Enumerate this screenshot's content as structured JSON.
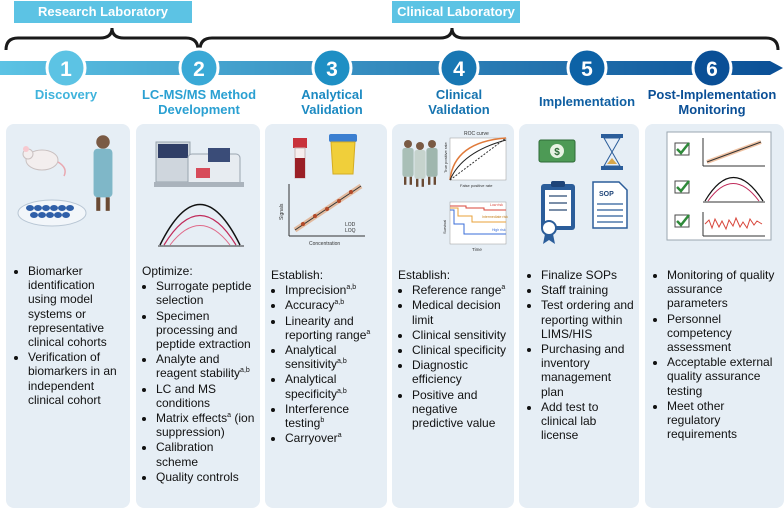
{
  "phases": [
    {
      "label": "Research Laboratory"
    },
    {
      "label": "Clinical Laboratory"
    }
  ],
  "steps": [
    {
      "number": "1",
      "title": "Discovery",
      "color": "#5cc3e4",
      "lead": "",
      "items": [
        {
          "text": "Biomarker identification using model systems or representative clinical cohorts",
          "sup": ""
        },
        {
          "text": "Verification of biomarkers in an independent clinical cohort",
          "sup": ""
        }
      ]
    },
    {
      "number": "2",
      "title": "LC-MS/MS Method Development",
      "color": "#3aa9d6",
      "lead": "Optimize:",
      "items": [
        {
          "text": "Surrogate peptide selection",
          "sup": ""
        },
        {
          "text": "Specimen processing and peptide extraction",
          "sup": ""
        },
        {
          "text": "Analyte and reagent stability",
          "sup": "a,b"
        },
        {
          "text": "LC and MS conditions",
          "sup": ""
        },
        {
          "text": "Matrix effects",
          "sup": "a",
          "after": " (ion suppression)"
        },
        {
          "text": "Calibration scheme",
          "sup": ""
        },
        {
          "text": "Quality controls",
          "sup": ""
        }
      ]
    },
    {
      "number": "3",
      "title": "Analytical Validation",
      "color": "#1e8fc4",
      "lead": "Establish:",
      "items": [
        {
          "text": "Imprecision",
          "sup": "a,b"
        },
        {
          "text": "Accuracy",
          "sup": "a,b"
        },
        {
          "text": "Linearity and reporting range",
          "sup": "a"
        },
        {
          "text": "Analytical sensitivity",
          "sup": "a,b"
        },
        {
          "text": "Analytical specificity",
          "sup": "a,b"
        },
        {
          "text": "Interference testing",
          "sup": "b"
        },
        {
          "text": "Carryover",
          "sup": "a"
        }
      ]
    },
    {
      "number": "4",
      "title": "Clinical Validation",
      "color": "#1877b3",
      "lead": "Establish:",
      "items": [
        {
          "text": "Reference range",
          "sup": "a"
        },
        {
          "text": "Medical decision limit",
          "sup": ""
        },
        {
          "text": "Clinical sensitivity",
          "sup": ""
        },
        {
          "text": "Clinical specificity",
          "sup": ""
        },
        {
          "text": "Diagnostic efficiency",
          "sup": ""
        },
        {
          "text": "Positive and negative predictive value",
          "sup": ""
        }
      ]
    },
    {
      "number": "5",
      "title": "Implementation",
      "color": "#0d62a6",
      "lead": "",
      "items": [
        {
          "text": "Finalize SOPs",
          "sup": ""
        },
        {
          "text": "Staff training",
          "sup": ""
        },
        {
          "text": "Test ordering and reporting within LIMS/HIS",
          "sup": ""
        },
        {
          "text": "Purchasing and inventory management plan",
          "sup": ""
        },
        {
          "text": "Add test to clinical lab license",
          "sup": ""
        }
      ]
    },
    {
      "number": "6",
      "title": "Post-Implementation Monitoring",
      "color": "#0a4f96",
      "lead": "",
      "items": [
        {
          "text": "Monitoring of quality assurance parameters",
          "sup": ""
        },
        {
          "text": "Personnel competency assessment",
          "sup": ""
        },
        {
          "text": "Acceptable external quality assurance testing",
          "sup": ""
        },
        {
          "text": "Meet other regulatory requirements",
          "sup": ""
        }
      ]
    }
  ],
  "icon_labels": {
    "lod": "LOD",
    "loq": "LOQ",
    "signals": "Signals",
    "concentration": "Concentration",
    "roc": "ROC curve",
    "tpr": "True positive rate",
    "fpr": "False positive rate",
    "low": "Low risk",
    "intermediate": "Intermediate risk",
    "high": "High risk",
    "survival": "Survival",
    "time": "Time",
    "sop": "SOP"
  },
  "colors": {
    "card_bg": "#e6eef5",
    "arrow_start": "#5cc3e4",
    "arrow_end": "#0a4f96",
    "title_start": "#3fb3dc",
    "title_end": "#0a4f96"
  }
}
